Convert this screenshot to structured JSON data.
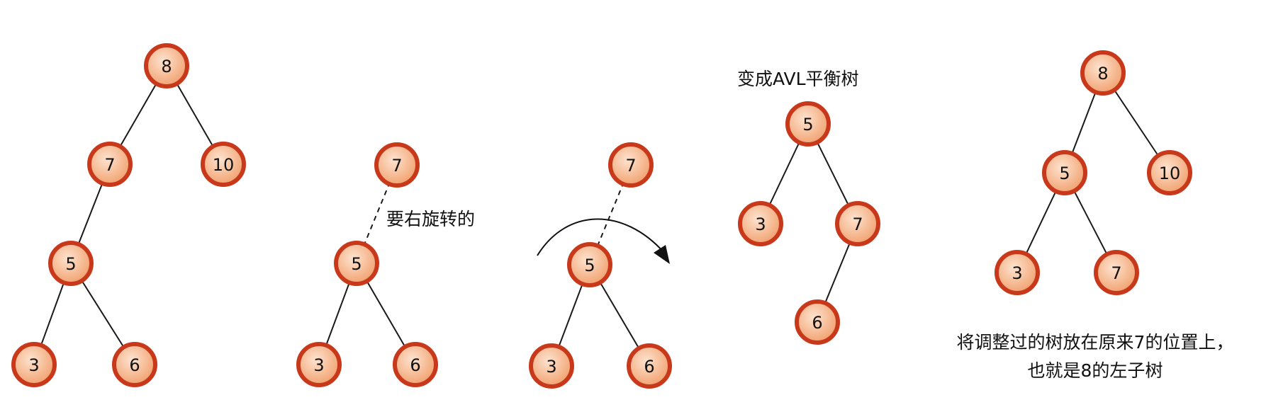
{
  "colors": {
    "node_fill_inner": "#fde3cf",
    "node_fill_outer": "#f19f6c",
    "node_stroke": "#c8391c",
    "edge": "#1a1a1a"
  },
  "panels": [
    {
      "id": "original-tree",
      "nodes": [
        {
          "id": "n8",
          "label": "8"
        },
        {
          "id": "n7",
          "label": "7"
        },
        {
          "id": "n10",
          "label": "10"
        },
        {
          "id": "n5",
          "label": "5"
        },
        {
          "id": "n3",
          "label": "3"
        },
        {
          "id": "n6",
          "label": "6"
        }
      ],
      "edges": [
        {
          "from": "n8",
          "to": "n7"
        },
        {
          "from": "n8",
          "to": "n10"
        },
        {
          "from": "n7",
          "to": "n5"
        },
        {
          "from": "n5",
          "to": "n3"
        },
        {
          "from": "n5",
          "to": "n6"
        }
      ]
    },
    {
      "id": "subtree-to-rotate",
      "nodes": [
        {
          "id": "n7",
          "label": "7"
        },
        {
          "id": "n5",
          "label": "5"
        },
        {
          "id": "n3",
          "label": "3"
        },
        {
          "id": "n6",
          "label": "6"
        }
      ],
      "edges": [
        {
          "from": "n7",
          "to": "n5",
          "style": "dashed"
        },
        {
          "from": "n5",
          "to": "n3"
        },
        {
          "from": "n5",
          "to": "n6"
        }
      ]
    },
    {
      "id": "rotating",
      "nodes": [
        {
          "id": "n7",
          "label": "7"
        },
        {
          "id": "n5",
          "label": "5"
        },
        {
          "id": "n3",
          "label": "3"
        },
        {
          "id": "n6",
          "label": "6"
        }
      ],
      "edges": [
        {
          "from": "n7",
          "to": "n5",
          "style": "dashed"
        },
        {
          "from": "n5",
          "to": "n3"
        },
        {
          "from": "n5",
          "to": "n6"
        }
      ],
      "arrow": "clockwise"
    },
    {
      "id": "balanced-subtree",
      "nodes": [
        {
          "id": "n5",
          "label": "5"
        },
        {
          "id": "n3",
          "label": "3"
        },
        {
          "id": "n7",
          "label": "7"
        },
        {
          "id": "n6",
          "label": "6"
        }
      ],
      "edges": [
        {
          "from": "n5",
          "to": "n3"
        },
        {
          "from": "n5",
          "to": "n7"
        },
        {
          "from": "n7",
          "to": "n6"
        }
      ]
    },
    {
      "id": "final-tree",
      "nodes": [
        {
          "id": "n8",
          "label": "8"
        },
        {
          "id": "n5",
          "label": "5"
        },
        {
          "id": "n10",
          "label": "10"
        },
        {
          "id": "n3",
          "label": "3"
        },
        {
          "id": "n7",
          "label": "7"
        }
      ],
      "edges": [
        {
          "from": "n8",
          "to": "n5"
        },
        {
          "from": "n8",
          "to": "n10"
        },
        {
          "from": "n5",
          "to": "n3"
        },
        {
          "from": "n5",
          "to": "n7"
        }
      ]
    }
  ],
  "captions": {
    "rotate_label": "要右旋转的",
    "avl_label": "变成AVL平衡树",
    "final_line1": "将调整过的树放在原来7的位置上，",
    "final_line2": "也就是8的左子树"
  }
}
